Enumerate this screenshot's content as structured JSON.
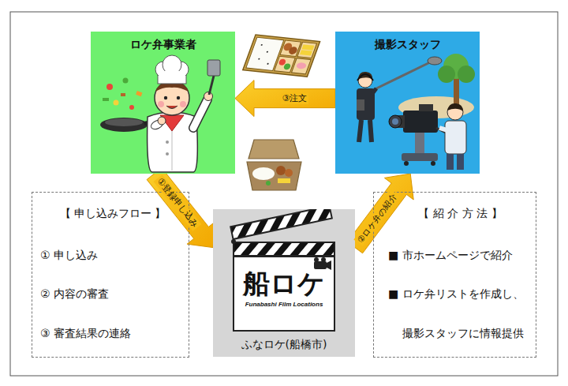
{
  "diagram": {
    "nodes": [
      {
        "text": [
          "ロケ弁事業者"
        ]
      },
      {
        "text": [
          "撮影スタッフ"
        ]
      },
      {
        "text": [
          "【 申し込みフロー 】",
          "① 申し込み",
          "② 内容の審査",
          "③ 審査結果の連絡"
        ]
      },
      {
        "text": [
          "ふなロケ(船橋市)"
        ]
      },
      {
        "text": [
          "【 紹 介 方 法 】",
          "■ 市ホームページで紹介",
          "■ ロケ弁リストを作成し、 撮影スタッフに情報提供"
        ]
      }
    ],
    "edges": [
      {
        "from": 0,
        "to": 3,
        "label": "①登録申し込み",
        "arrow": "to"
      },
      {
        "from": 3,
        "to": 1,
        "label": "②ロケ弁の紹介",
        "arrow": "to"
      },
      {
        "from": 1,
        "to": 0,
        "label": "③注文",
        "arrow": "to"
      }
    ],
    "labels": [
      "船ロケ",
      "Funabashi Film Locations"
    ]
  }
}
